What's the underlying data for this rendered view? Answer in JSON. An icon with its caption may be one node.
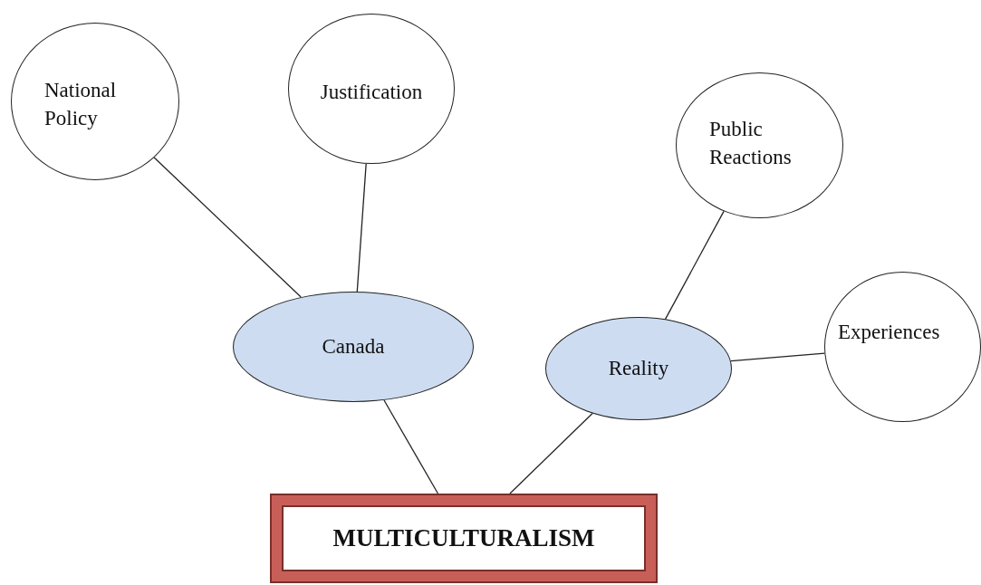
{
  "diagram": {
    "nodes": [
      {
        "text": [
          "MULTICULTURALISM"
        ]
      },
      {
        "text": [
          "Canada"
        ]
      },
      {
        "text": [
          "Reality"
        ]
      },
      {
        "text": [
          "National Policy"
        ]
      },
      {
        "text": [
          "Justification"
        ]
      },
      {
        "text": [
          "Public Reactions"
        ]
      },
      {
        "text": [
          "Experiences"
        ]
      }
    ],
    "edges": [
      {
        "from": 0,
        "to": 1,
        "arrow": "none"
      },
      {
        "from": 0,
        "to": 2,
        "arrow": "none"
      },
      {
        "from": 1,
        "to": 3,
        "arrow": "none"
      },
      {
        "from": 1,
        "to": 4,
        "arrow": "none"
      },
      {
        "from": 2,
        "to": 5,
        "arrow": "none"
      },
      {
        "from": 2,
        "to": 6,
        "arrow": "none"
      }
    ]
  }
}
